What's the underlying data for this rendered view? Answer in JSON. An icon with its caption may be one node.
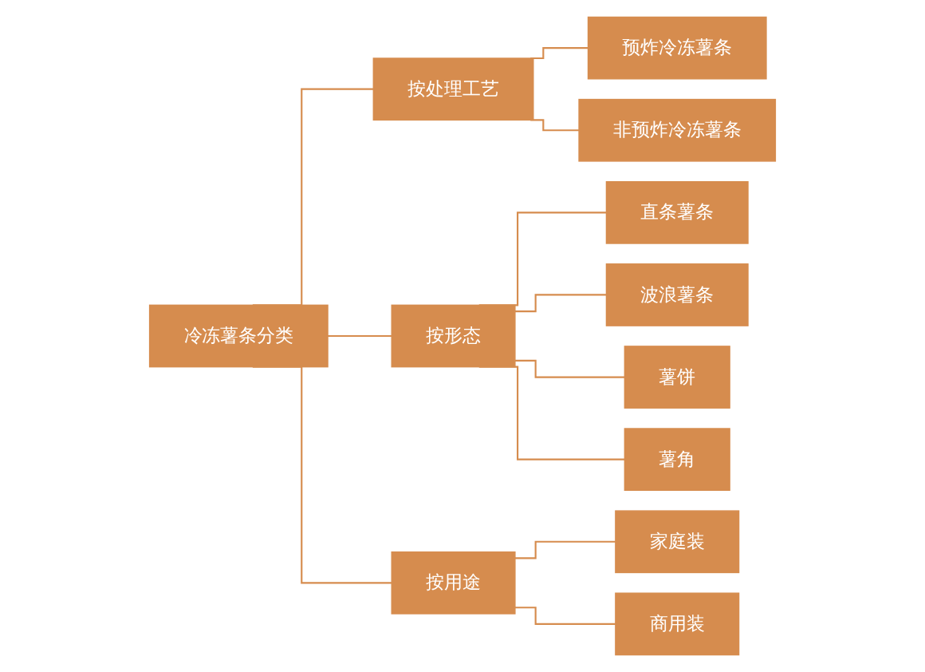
{
  "diagram": {
    "nodes": [
      {
        "text": [
          "冷冻薯条分类"
        ]
      },
      {
        "text": [
          "按处理工艺"
        ]
      },
      {
        "text": [
          "预炸冷冻薯条"
        ]
      },
      {
        "text": [
          "非预炸冷冻薯条"
        ]
      },
      {
        "text": [
          "按形态"
        ]
      },
      {
        "text": [
          "直条薯条"
        ]
      },
      {
        "text": [
          "波浪薯条"
        ]
      },
      {
        "text": [
          "薯饼"
        ]
      },
      {
        "text": [
          "薯角"
        ]
      },
      {
        "text": [
          "按用途"
        ]
      },
      {
        "text": [
          "家庭装"
        ]
      },
      {
        "text": [
          "商用装"
        ]
      }
    ],
    "edges": [
      {
        "from": 0,
        "to": 1,
        "arrow": "none"
      },
      {
        "from": 0,
        "to": 4,
        "arrow": "none"
      },
      {
        "from": 0,
        "to": 9,
        "arrow": "none"
      },
      {
        "from": 1,
        "to": 2,
        "arrow": "none"
      },
      {
        "from": 1,
        "to": 3,
        "arrow": "none"
      },
      {
        "from": 4,
        "to": 5,
        "arrow": "none"
      },
      {
        "from": 4,
        "to": 6,
        "arrow": "none"
      },
      {
        "from": 4,
        "to": 7,
        "arrow": "none"
      },
      {
        "from": 4,
        "to": 8,
        "arrow": "none"
      },
      {
        "from": 9,
        "to": 10,
        "arrow": "none"
      },
      {
        "from": 9,
        "to": 11,
        "arrow": "none"
      }
    ]
  }
}
